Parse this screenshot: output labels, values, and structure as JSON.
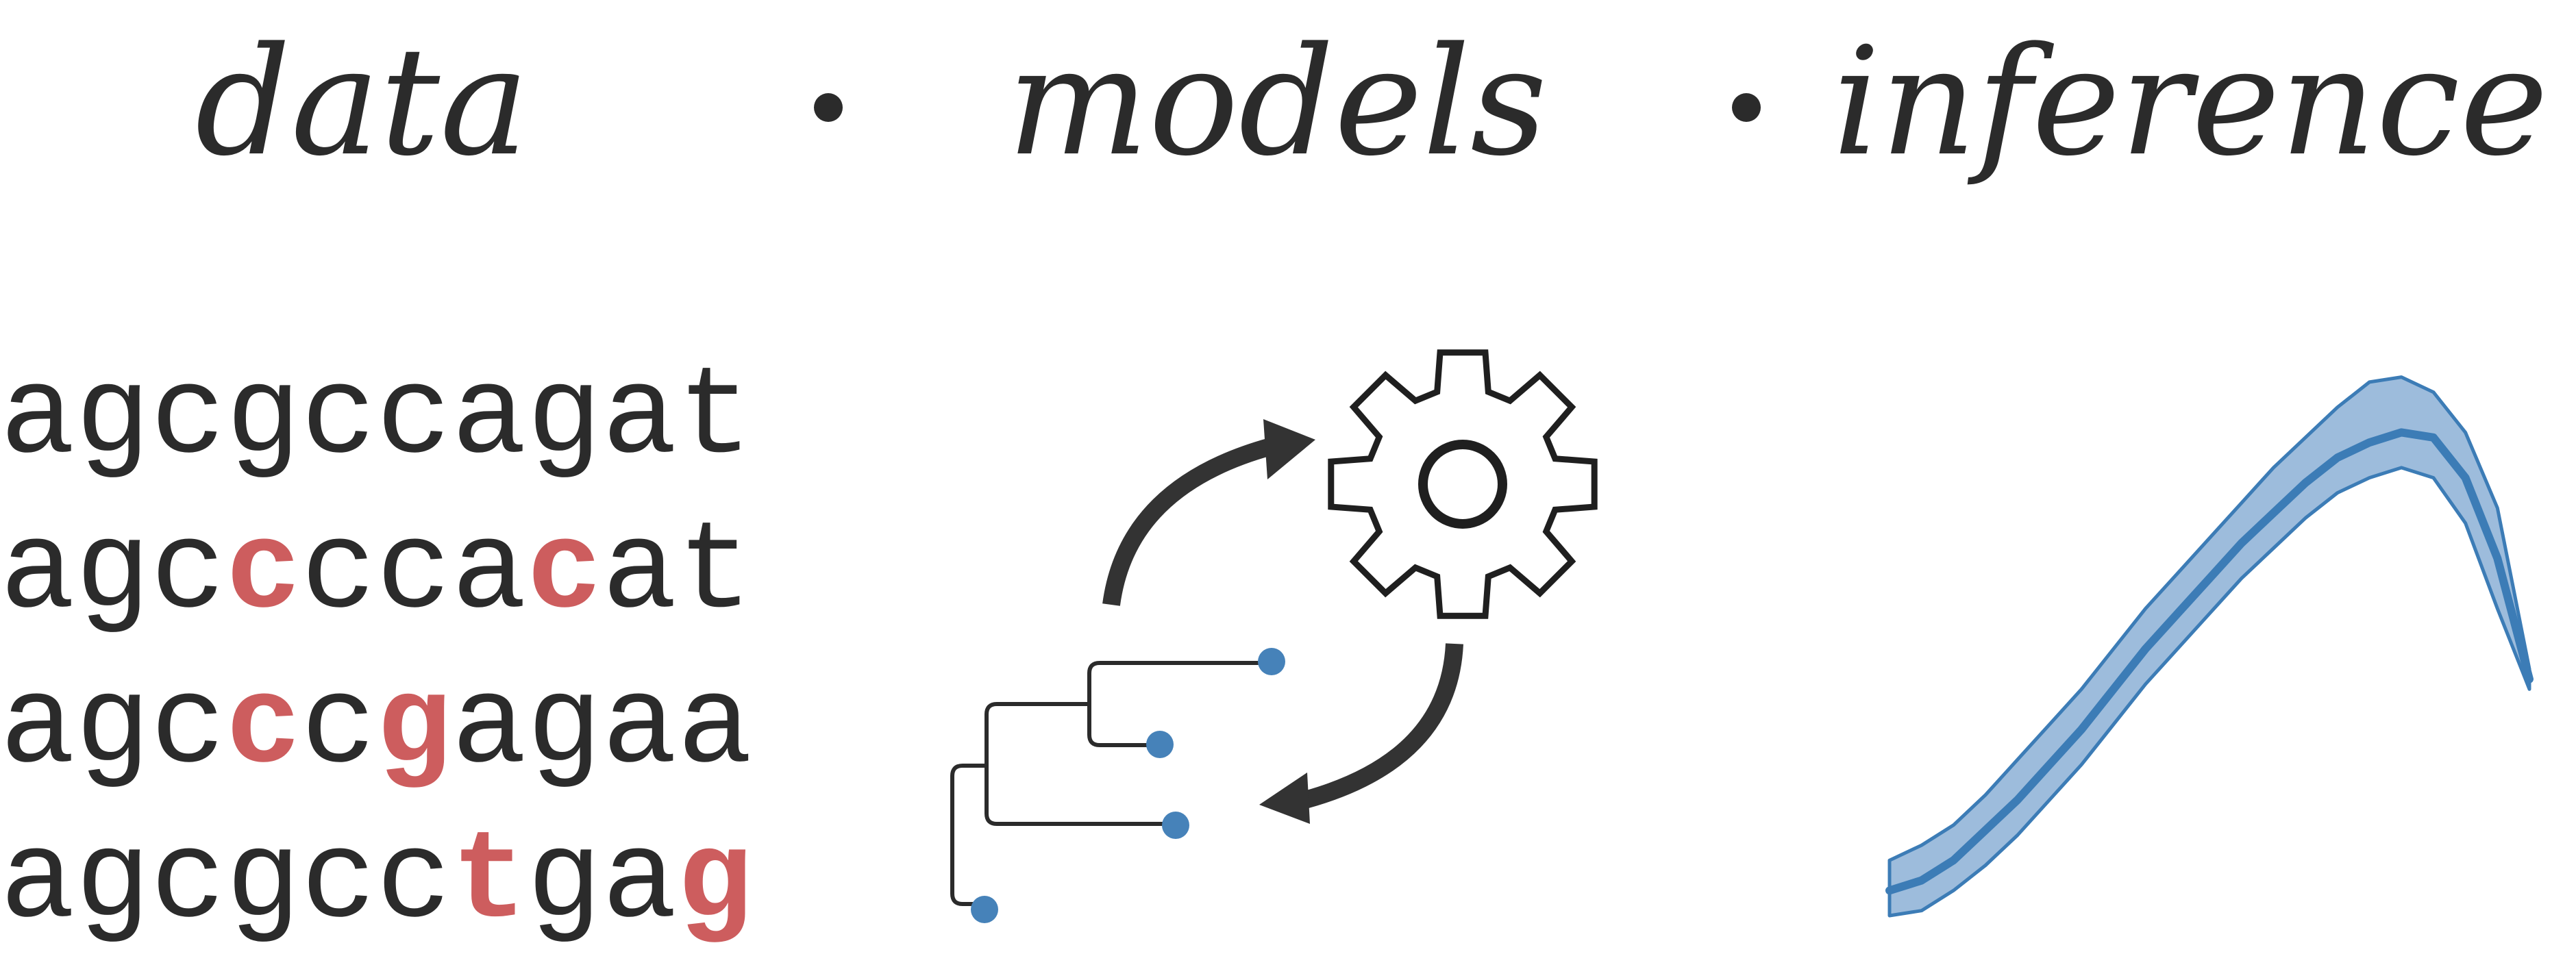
{
  "headings": {
    "data": "data",
    "models": "models",
    "inference": "inference"
  },
  "separators": [
    "•",
    "•"
  ],
  "alignment": {
    "sequences": [
      "agcgccagat",
      "agccccacat",
      "agcccgagaa",
      "agcgcctgag"
    ],
    "highlighted_positions": [
      [],
      [
        3,
        7
      ],
      [
        3,
        5
      ],
      [
        6,
        9
      ]
    ]
  },
  "colors": {
    "ink": "#2b2b2b",
    "highlight": "#cd5d5e",
    "tip": "#4682b9",
    "band_fill": "#9dbcdc",
    "line": "#3c7cb6"
  },
  "icons": [
    "phylogenetic-tree-icon",
    "gear-icon",
    "cycle-arrow-icon"
  ],
  "inference_curve": {
    "x": [
      0,
      0.05,
      0.1,
      0.15,
      0.2,
      0.25,
      0.3,
      0.35,
      0.4,
      0.45,
      0.5,
      0.55,
      0.6,
      0.65,
      0.7,
      0.75,
      0.8,
      0.85,
      0.9,
      0.95,
      1.0
    ],
    "mean": [
      0.02,
      0.04,
      0.08,
      0.14,
      0.2,
      0.27,
      0.34,
      0.42,
      0.5,
      0.57,
      0.64,
      0.71,
      0.77,
      0.83,
      0.88,
      0.91,
      0.93,
      0.92,
      0.84,
      0.68,
      0.44
    ],
    "lower": [
      -0.03,
      -0.02,
      0.02,
      0.07,
      0.13,
      0.2,
      0.27,
      0.35,
      0.43,
      0.5,
      0.57,
      0.64,
      0.7,
      0.76,
      0.81,
      0.84,
      0.86,
      0.84,
      0.75,
      0.58,
      0.42
    ],
    "upper": [
      0.08,
      0.11,
      0.15,
      0.21,
      0.28,
      0.35,
      0.42,
      0.5,
      0.58,
      0.65,
      0.72,
      0.79,
      0.86,
      0.92,
      0.98,
      1.03,
      1.04,
      1.01,
      0.93,
      0.78,
      0.46
    ]
  }
}
